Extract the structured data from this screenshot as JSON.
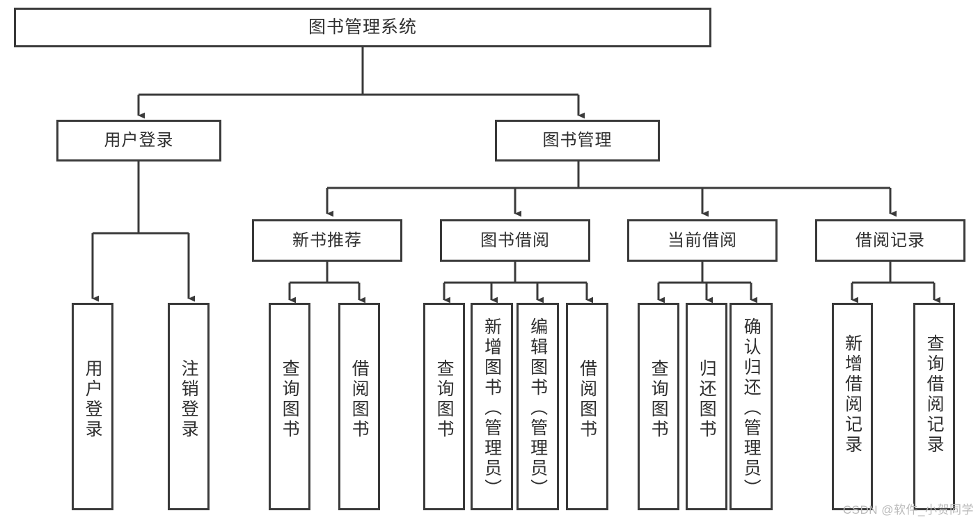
{
  "diagram": {
    "title": "图书管理系统",
    "type": "tree-hierarchy",
    "root": {
      "label": "图书管理系统"
    },
    "level2": [
      {
        "label": "用户登录"
      },
      {
        "label": "图书管理"
      }
    ],
    "level3": [
      {
        "label": "新书推荐",
        "parent": "图书管理"
      },
      {
        "label": "图书借阅",
        "parent": "图书管理"
      },
      {
        "label": "当前借阅",
        "parent": "图书管理"
      },
      {
        "label": "借阅记录",
        "parent": "图书管理"
      }
    ],
    "leaves": {
      "user_login": [
        {
          "label": "用户登录"
        },
        {
          "label": "注销登录"
        }
      ],
      "new_book": [
        {
          "label": "查询图书"
        },
        {
          "label": "借阅图书"
        }
      ],
      "borrow": [
        {
          "label": "查询图书"
        },
        {
          "label": "新增图书（管理员）"
        },
        {
          "label": "编辑图书（管理员）"
        },
        {
          "label": "借阅图书"
        }
      ],
      "current": [
        {
          "label": "查询图书"
        },
        {
          "label": "归还图书"
        },
        {
          "label": "确认归还（管理员）"
        }
      ],
      "records": [
        {
          "label": "新增借阅记录"
        },
        {
          "label": "查询借阅记录"
        }
      ]
    }
  },
  "watermark": {
    "text": "CSDN @软件_小贺同学"
  },
  "colors": {
    "stroke": "#3a3a3a",
    "text": "#2f2f2f",
    "background": "#ffffff",
    "watermark": "#b9b9b9"
  }
}
